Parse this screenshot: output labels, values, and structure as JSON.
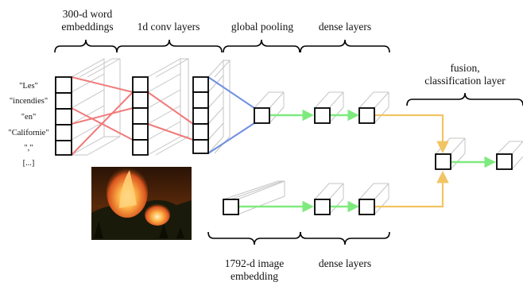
{
  "labels": {
    "word_embeddings_line1": "300-d word",
    "word_embeddings_line2": "embeddings",
    "conv_layers": "1d conv layers",
    "global_pooling": "global pooling",
    "dense_layers_top": "dense layers",
    "fusion_line1": "fusion,",
    "fusion_line2": "classification layer",
    "image_embedding_line1": "1792-d image",
    "image_embedding_line2": "embedding",
    "dense_layers_bottom": "dense layers"
  },
  "tokens": [
    "\"Les\"",
    "\"incendies\"",
    "\"en\"",
    "\"Californie\"",
    "\",\"",
    "[...]"
  ],
  "colors": {
    "conv_connections": "#f07a7a",
    "pooling_connections": "#6f8fe0",
    "dense_arrows": "#7eea7e",
    "fusion_arrows": "#f2c463",
    "box_outline": "#000000",
    "prism_outline": "#c4c4c4"
  },
  "photo": {
    "subject": "wildfire photograph"
  }
}
